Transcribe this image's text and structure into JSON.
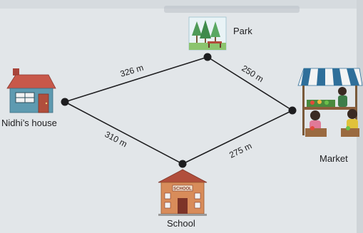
{
  "diagram": {
    "places": [
      {
        "id": "park",
        "label": "Park",
        "icon": "park-icon"
      },
      {
        "id": "nidhi",
        "label": "Nidhi’s house",
        "icon": "house-icon"
      },
      {
        "id": "market",
        "label": "Market",
        "icon": "market-stall-icon"
      },
      {
        "id": "school",
        "label": "School",
        "icon": "school-icon",
        "sign": "SCHOOL"
      }
    ],
    "routes": [
      {
        "from": "nidhi",
        "to": "park",
        "distance": "326 m"
      },
      {
        "from": "park",
        "to": "market",
        "distance": "250 m"
      },
      {
        "from": "nidhi",
        "to": "school",
        "distance": "310 m"
      },
      {
        "from": "school",
        "to": "market",
        "distance": "275 m"
      }
    ]
  },
  "colors": {
    "background": "#dfe3e6",
    "route_line": "#1d1d1f",
    "node": "#1d1d1f",
    "house_wall": "#5e9ab0",
    "house_roof": "#c8584a",
    "school_wall": "#d88c5a",
    "awning_stripe": "#2f6f9a"
  }
}
